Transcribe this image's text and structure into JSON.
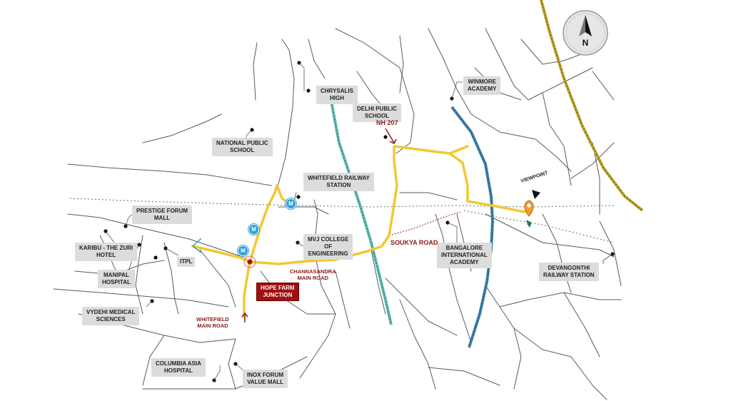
{
  "compass": {
    "north_label": "N"
  },
  "places": {
    "chrysalis": [
      "CHRYSALIS",
      "HIGH"
    ],
    "delhi_public": [
      "DELHI PUBLIC",
      "SCHOOL"
    ],
    "winmore": [
      "WINMORE",
      "ACADEMY"
    ],
    "national_public": [
      "NATIONAL PUBLIC",
      "SCHOOL"
    ],
    "whitefield_railway": [
      "WHITEFIELD RAILWAY",
      "STATION"
    ],
    "prestige_forum": [
      "PRESTIGE FORUM",
      "MALL"
    ],
    "mvj": [
      "MVJ COLLEGE",
      "OF",
      "ENGINEERING"
    ],
    "karibu": [
      "KARIBU - THE ZURI",
      "HOTEL"
    ],
    "itpl": "ITPL",
    "bangalore_intl": [
      "BANGALORE",
      "INTERNATIONAL",
      "ACADEMY"
    ],
    "devangonthi": [
      "DEVANGONTHI",
      "RAILWAY STATION"
    ],
    "manipal": [
      "MANIPAL",
      "HOSPITAL"
    ],
    "vydehi": [
      "VYDEHI MEDICAL",
      "SCIENCES"
    ],
    "columbia": [
      "COLUMBIA ASIA",
      "HOSPITAL"
    ],
    "inox": [
      "INOX FORUM",
      "VALUE MALL"
    ]
  },
  "roads": {
    "nh207": "NH 207",
    "soukya": "SOUKYA ROAD",
    "channasandra": [
      "CHANNASANDRA",
      "MAIN ROAD"
    ],
    "whitefield_main": [
      "WHITEFIELD",
      "MAIN ROAD"
    ]
  },
  "junction": [
    "HOPE FARM",
    "JUNCTION"
  ],
  "viewpoint": "VIEWPOINT",
  "metro_label": "M",
  "colors": {
    "route": "#f2c832",
    "junction_badge": "#a01010",
    "road_label": "#8b1a1a",
    "metro": "#2a9fd6",
    "rail_teal": "#5fb8b0",
    "rail_blue": "#3d7fa8",
    "rail_olive": "#b8a02a",
    "location_pin": "#f0a030"
  }
}
